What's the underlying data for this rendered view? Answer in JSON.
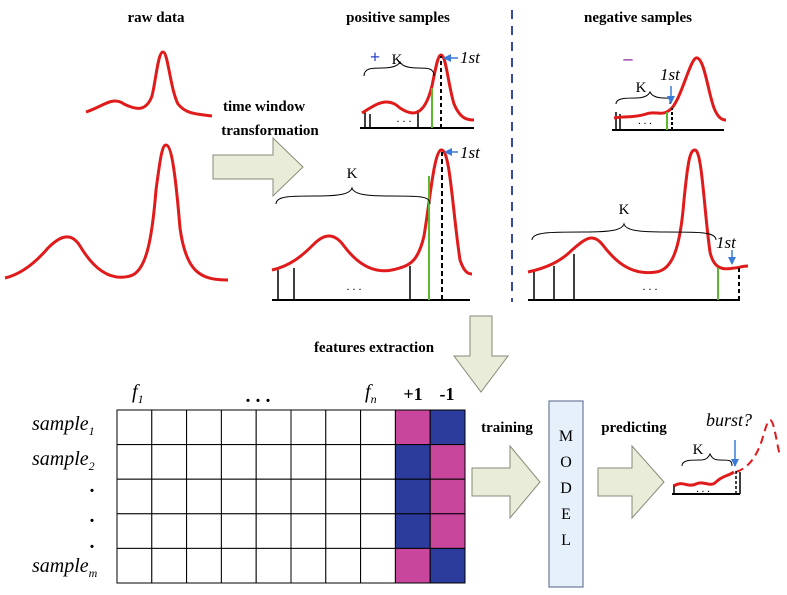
{
  "headings": {
    "raw": "raw data",
    "positive": "positive samples",
    "negative": "negative samples"
  },
  "labels": {
    "time_window_1": "time window",
    "time_window_2": "transformation",
    "features_extraction": "features extraction",
    "training": "training",
    "predicting": "predicting",
    "model_letters": [
      "M",
      "O",
      "D",
      "E",
      "L"
    ],
    "K": "K",
    "first": "1st",
    "plus_sign": "+",
    "minus_sign": "–",
    "ellipsis": ". . .",
    "burst": "burst",
    "burst_q": "?",
    "dots_vertical": "."
  },
  "matrix": {
    "feature_first": "f",
    "feature_first_sub": "1",
    "feature_mid": ".     .     .",
    "feature_last": "f",
    "feature_last_sub": "n",
    "label_pos": "+1",
    "label_neg": "-1",
    "row_first": "sample",
    "row_first_sub": "1",
    "row_second": "sample",
    "row_second_sub": "2",
    "row_last": "sample",
    "row_last_sub": "m",
    "label_rows": [
      [
        "pink",
        "blue"
      ],
      [
        "blue",
        "pink"
      ],
      [
        "blue",
        "pink"
      ],
      [
        "blue",
        "pink"
      ],
      [
        "pink",
        "blue"
      ]
    ]
  },
  "colors": {
    "curve": "#e01b1b",
    "green_marker": "#5cb82e",
    "arrow_fill": "#e8ecd8",
    "model_fill": "#e6f0fa",
    "pink": "#c8469c",
    "blue": "#2c3c9c",
    "divider": "#3a4a9a",
    "plus": "#2b44c8",
    "minus": "#8a2aa0",
    "pointer": "#3a7ad8"
  }
}
